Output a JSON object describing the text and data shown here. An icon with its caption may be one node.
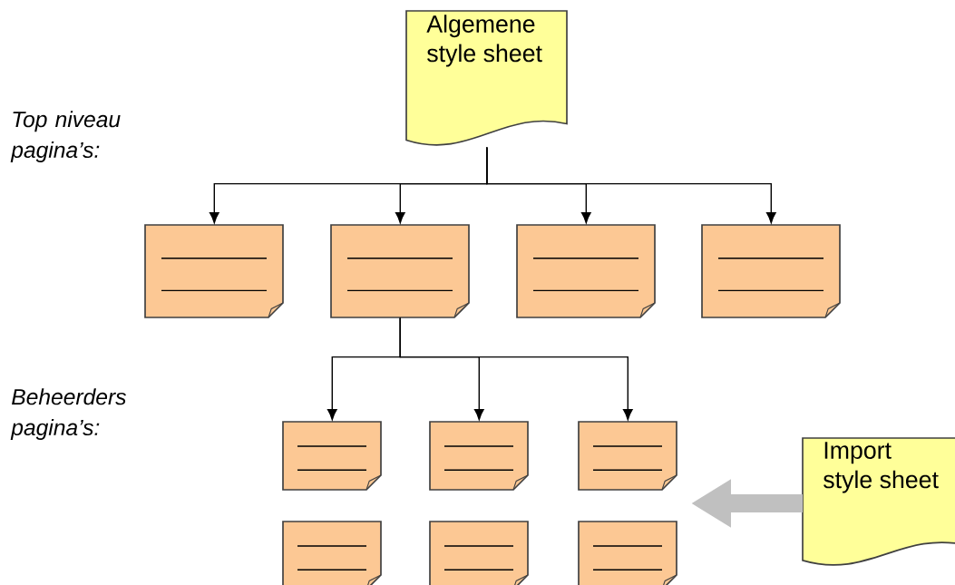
{
  "diagram": {
    "nodes": [
      {
        "text": [
          "Algemene style sheet"
        ]
      },
      {
        "text": [],
        "shape": "box"
      },
      {
        "text": [],
        "shape": "box"
      },
      {
        "text": [],
        "shape": "box"
      },
      {
        "text": [],
        "shape": "box"
      },
      {
        "text": [],
        "shape": "box"
      },
      {
        "text": [],
        "shape": "box"
      },
      {
        "text": [],
        "shape": "box"
      },
      {
        "text": [],
        "shape": "box"
      },
      {
        "text": [],
        "shape": "box"
      },
      {
        "text": [],
        "shape": "box"
      },
      {
        "text": [
          "Import style sheet"
        ]
      }
    ],
    "edges": [
      {
        "from": 0,
        "to": 1,
        "arrow": "to"
      },
      {
        "from": 0,
        "to": 2,
        "arrow": "to"
      },
      {
        "from": 0,
        "to": 3,
        "arrow": "to"
      },
      {
        "from": 0,
        "to": 4,
        "arrow": "to"
      },
      {
        "from": 2,
        "to": 5,
        "arrow": "to"
      },
      {
        "from": 2,
        "to": 6,
        "arrow": "to"
      },
      {
        "from": 2,
        "to": 7,
        "arrow": "to"
      },
      {
        "from": 11,
        "to": null,
        "arrow": "to",
        "style": "thick",
        "color": "#c0c0c0"
      }
    ],
    "labels": [
      "Top niveau pagina’s:",
      "Beheerders pagina’s:"
    ]
  }
}
